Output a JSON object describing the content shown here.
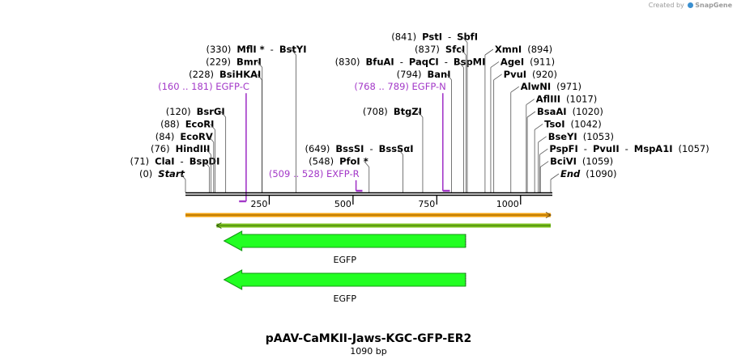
{
  "credit": {
    "prefix": "Created by",
    "brand": "SnapGene"
  },
  "plasmid": {
    "name": "pAAV-CaMKII-Jaws-KGC-GFP-ER2",
    "length_label": "1090 bp",
    "length": 1090
  },
  "ruler": {
    "ticks": [
      250,
      500,
      750,
      1000
    ]
  },
  "colors": {
    "primer": "#a338c8",
    "feature_fill": "#22ff22",
    "feature_stroke": "#119911",
    "orange": "#f5a20a",
    "green_line": "#7cc31c"
  },
  "sites": [
    {
      "id": "start",
      "row": 0,
      "pos": 0,
      "parts": [
        {
          "pos": "(0)"
        },
        {
          "name": "Start",
          "italic": true
        }
      ]
    },
    {
      "id": "clai",
      "row": 1,
      "pos": 71,
      "parts": [
        {
          "pos": "(71)"
        },
        {
          "name": "ClaI"
        },
        {
          "sep": "-"
        },
        {
          "name": "BspDI"
        }
      ]
    },
    {
      "id": "hindiii",
      "row": 2,
      "pos": 76,
      "parts": [
        {
          "pos": "(76)"
        },
        {
          "name": "HindIII"
        }
      ]
    },
    {
      "id": "ecorv",
      "row": 3,
      "pos": 84,
      "parts": [
        {
          "pos": "(84)"
        },
        {
          "name": "EcoRV"
        }
      ]
    },
    {
      "id": "ecori",
      "row": 4,
      "pos": 88,
      "parts": [
        {
          "pos": "(88)"
        },
        {
          "name": "EcoRI"
        }
      ]
    },
    {
      "id": "bsrgi",
      "row": 5,
      "pos": 120,
      "parts": [
        {
          "pos": "(120)"
        },
        {
          "name": "BsrGI"
        }
      ]
    },
    {
      "id": "bsihkai",
      "row": 8,
      "pos": 228,
      "parts": [
        {
          "pos": "(228)"
        },
        {
          "name": "BsiHKAI"
        }
      ]
    },
    {
      "id": "bmri",
      "row": 9,
      "pos": 229,
      "parts": [
        {
          "pos": "(229)"
        },
        {
          "name": "BmrI"
        }
      ]
    },
    {
      "id": "mfli",
      "row": 10,
      "pos": 330,
      "parts": [
        {
          "pos": "(330)"
        },
        {
          "name": "MflI *"
        },
        {
          "sep": "-"
        },
        {
          "name": "BstYI"
        }
      ]
    },
    {
      "id": "pfoi",
      "row": 1,
      "pos": 548,
      "parts": [
        {
          "pos": "(548)"
        },
        {
          "name": "PfoI *"
        }
      ]
    },
    {
      "id": "bsssi",
      "row": 2,
      "pos": 649,
      "parts": [
        {
          "pos": "(649)"
        },
        {
          "name": "BssSI"
        },
        {
          "sep": "-"
        },
        {
          "name": "BssSαI"
        }
      ]
    },
    {
      "id": "btgzi",
      "row": 5,
      "pos": 708,
      "parts": [
        {
          "pos": "(708)"
        },
        {
          "name": "BtgZI"
        }
      ]
    },
    {
      "id": "bani",
      "row": 8,
      "pos": 794,
      "parts": [
        {
          "pos": "(794)"
        },
        {
          "name": "BanI"
        }
      ]
    },
    {
      "id": "bfuai",
      "row": 9,
      "pos": 830,
      "parts": [
        {
          "pos": "(830)"
        },
        {
          "name": "BfuAI"
        },
        {
          "sep": "-"
        },
        {
          "name": "PaqCI"
        },
        {
          "sep": "-"
        },
        {
          "name": "BspMI"
        }
      ]
    },
    {
      "id": "sfci",
      "row": 10,
      "pos": 837,
      "parts": [
        {
          "pos": "(837)"
        },
        {
          "name": "SfcI"
        }
      ]
    },
    {
      "id": "psti",
      "row": 11,
      "pos": 841,
      "parts": [
        {
          "pos": "(841)"
        },
        {
          "name": "PstI"
        },
        {
          "sep": "-"
        },
        {
          "name": "SbfI"
        }
      ]
    },
    {
      "id": "xmni",
      "row": 10,
      "pos": 894,
      "parts": [
        {
          "name": "XmnI"
        },
        {
          "pos": "(894)"
        }
      ]
    },
    {
      "id": "agei",
      "row": 9,
      "pos": 911,
      "parts": [
        {
          "name": "AgeI"
        },
        {
          "pos": "(911)"
        }
      ]
    },
    {
      "id": "pvui",
      "row": 8,
      "pos": 920,
      "parts": [
        {
          "name": "PvuI"
        },
        {
          "pos": "(920)"
        }
      ]
    },
    {
      "id": "alwni",
      "row": 7,
      "pos": 971,
      "parts": [
        {
          "name": "AlwNI"
        },
        {
          "pos": "(971)"
        }
      ]
    },
    {
      "id": "afliii",
      "row": 6,
      "pos": 1017,
      "parts": [
        {
          "name": "AflIII"
        },
        {
          "pos": "(1017)"
        }
      ]
    },
    {
      "id": "bsaai",
      "row": 5,
      "pos": 1020,
      "parts": [
        {
          "name": "BsaAI"
        },
        {
          "pos": "(1020)"
        }
      ]
    },
    {
      "id": "tsoi",
      "row": 4,
      "pos": 1042,
      "parts": [
        {
          "name": "TsoI"
        },
        {
          "pos": "(1042)"
        }
      ]
    },
    {
      "id": "bseyi",
      "row": 3,
      "pos": 1053,
      "parts": [
        {
          "name": "BseYI"
        },
        {
          "pos": "(1053)"
        }
      ]
    },
    {
      "id": "pspfi",
      "row": 2,
      "pos": 1057,
      "parts": [
        {
          "name": "PspFI"
        },
        {
          "sep": "-"
        },
        {
          "name": "PvuII"
        },
        {
          "sep": "-"
        },
        {
          "name": "MspA1I"
        },
        {
          "pos": "(1057)"
        }
      ]
    },
    {
      "id": "bcivi",
      "row": 1,
      "pos": 1059,
      "parts": [
        {
          "name": "BciVI"
        },
        {
          "pos": "(1059)"
        }
      ]
    },
    {
      "id": "end",
      "row": 0,
      "pos": 1090,
      "parts": [
        {
          "name": "End",
          "italic": true
        },
        {
          "pos": "(1090)"
        }
      ]
    }
  ],
  "primers": [
    {
      "id": "egfp-c",
      "label": "(160 .. 181)  EGFP-C",
      "start": 160,
      "end": 181,
      "row": 7,
      "strand": "reverse"
    },
    {
      "id": "egfp-n",
      "label": "(768 .. 789)  EGFP-N",
      "start": 768,
      "end": 789,
      "row": 7,
      "strand": "forward"
    },
    {
      "id": "exfp-r",
      "label": "(509 .. 528)  EXFP-R",
      "start": 509,
      "end": 528,
      "row": 0,
      "strand": "forward"
    }
  ],
  "features": [
    {
      "id": "egfp-1",
      "label": "EGFP",
      "start": 120,
      "end": 836,
      "strand": "reverse"
    },
    {
      "id": "egfp-2",
      "label": "EGFP",
      "start": 120,
      "end": 836,
      "strand": "reverse"
    }
  ],
  "tracks": [
    {
      "id": "orange-track",
      "start": 0,
      "end": 1090,
      "color": "#f5a20a"
    },
    {
      "id": "green-track",
      "start": 100,
      "end": 1090,
      "color": "#7cc31c"
    }
  ]
}
